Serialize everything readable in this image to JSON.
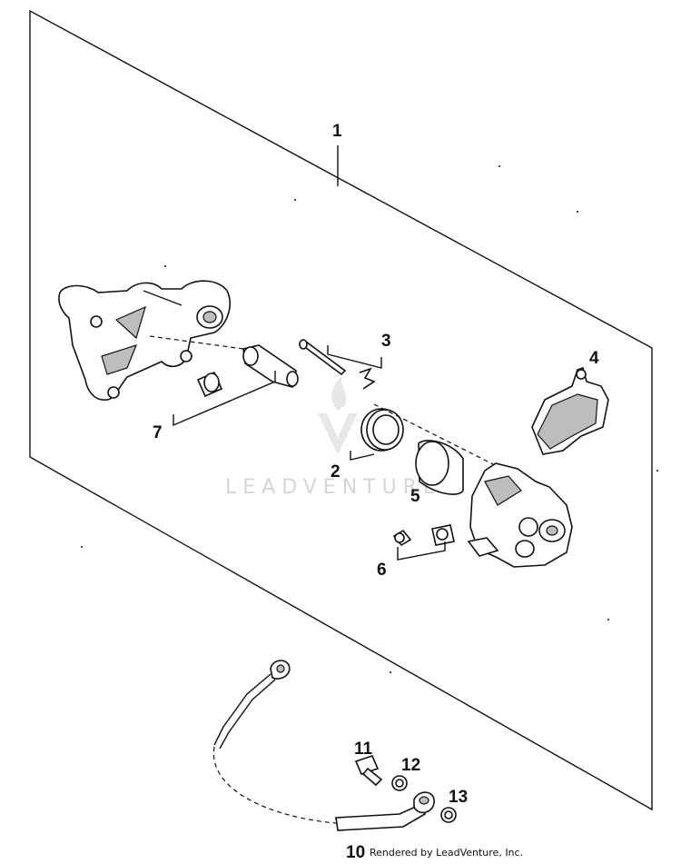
{
  "diagram": {
    "callouts": [
      {
        "id": "1",
        "label": "1"
      },
      {
        "id": "2",
        "label": "2"
      },
      {
        "id": "3",
        "label": "3"
      },
      {
        "id": "4",
        "label": "4"
      },
      {
        "id": "5",
        "label": "5"
      },
      {
        "id": "6",
        "label": "6"
      },
      {
        "id": "7",
        "label": "7"
      },
      {
        "id": "10",
        "label": "10"
      },
      {
        "id": "11",
        "label": "11"
      },
      {
        "id": "12",
        "label": "12"
      },
      {
        "id": "13",
        "label": "13"
      }
    ],
    "watermark": "LEADVENTURE",
    "credit": "Rendered by LeadVenture, Inc."
  }
}
